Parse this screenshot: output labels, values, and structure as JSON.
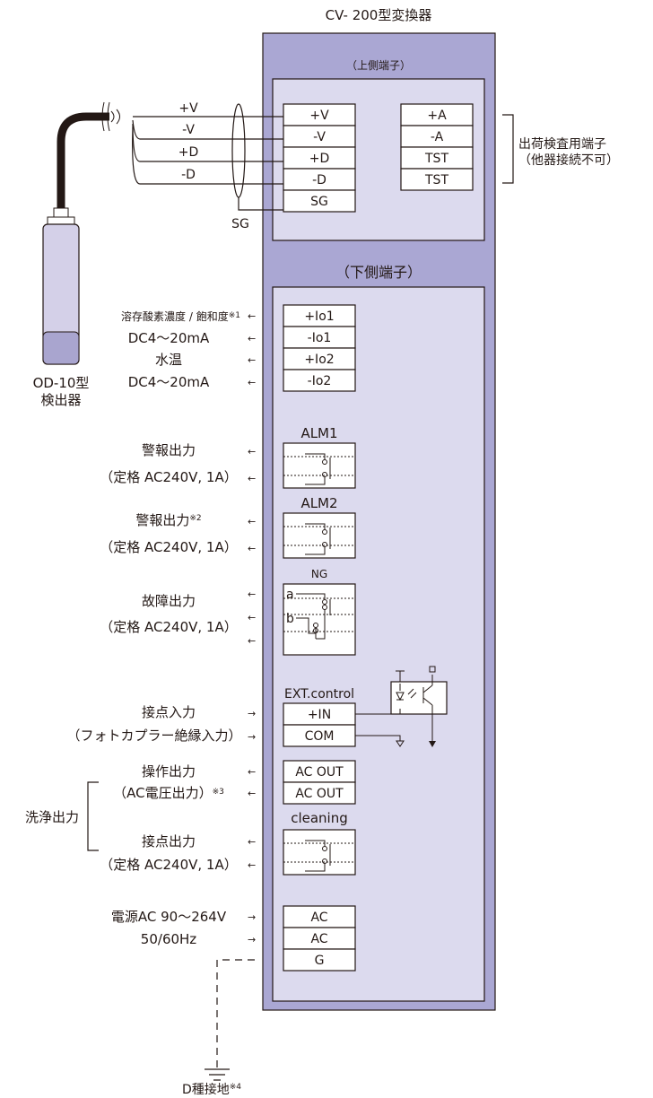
{
  "title": "CV- 200型変換器",
  "upper_header": "（上側端子）",
  "lower_header": "（下側端子）",
  "wires": [
    "+V",
    "-V",
    "+D",
    "-D"
  ],
  "sg_label": "SG",
  "upper_terminals": [
    "+V",
    "-V",
    "+D",
    "-D",
    "SG"
  ],
  "test_terminals": [
    "+A",
    "-A",
    "TST",
    "TST"
  ],
  "test_label": [
    "出荷検査用端子",
    "（他器接続不可）"
  ],
  "detector_label": [
    "OD-10型",
    "検出器"
  ],
  "io_terminals": [
    "+Io1",
    "-Io1",
    "+Io2",
    "-Io2"
  ],
  "analog_labels": [
    {
      "text": "溶存酸素濃度 / 飽和度",
      "note": "※1"
    },
    {
      "text": "DC4～20mA",
      "note": ""
    },
    {
      "text": "水温",
      "note": ""
    },
    {
      "text": "DC4～20mA",
      "note": ""
    }
  ],
  "alarm1": {
    "label": "ALM1",
    "lines": [
      "警報出力",
      "（定格 AC240V, 1A）"
    ],
    "note": ""
  },
  "alarm2": {
    "label": "ALM2",
    "lines": [
      "警報出力",
      "（定格 AC240V, 1A）"
    ],
    "note": "※2"
  },
  "fault": {
    "label": "NG",
    "lines": [
      "故障出力",
      "（定格 AC240V, 1A）"
    ],
    "contacts": [
      "a",
      "b"
    ]
  },
  "ext_control": {
    "label": "EXT.control",
    "terminals": [
      "+IN",
      "COM"
    ],
    "lines": [
      "接点入力",
      "（フォトカプラー絶縁入力）"
    ]
  },
  "ac_out": {
    "terminals": [
      "AC OUT",
      "AC OUT"
    ],
    "lines": [
      "操作出力",
      "（AC電圧出力）"
    ],
    "note": "※3"
  },
  "cleaning": {
    "label": "cleaning",
    "group_label": "洗浄出力",
    "lines": [
      "接点出力",
      "（定格 AC240V, 1A）"
    ]
  },
  "power": {
    "terminals": [
      "AC",
      "AC",
      "G"
    ],
    "lines": [
      "電源AC 90～264V",
      "50/60Hz"
    ]
  },
  "ground": {
    "label": "D種接地",
    "note": "※4"
  },
  "colors": {
    "panel": "#aaa7d3",
    "inner_panel": "#dcdaee",
    "line": "#231815"
  }
}
